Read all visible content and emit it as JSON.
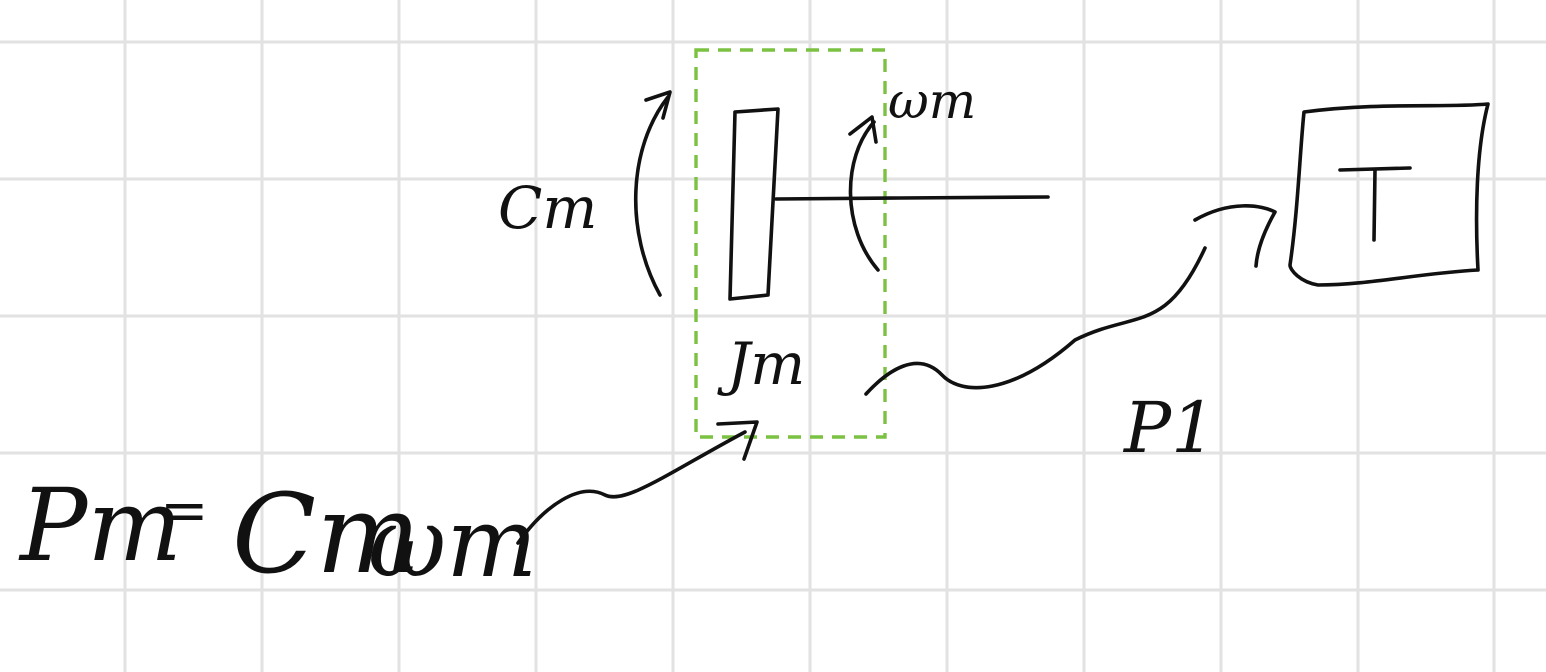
{
  "colors": {
    "background": "#ffffff",
    "grid": "#e2e2e2",
    "ink": "#111111",
    "boundary_dash": "#7cc242"
  },
  "labels": {
    "motor_torque": "Cm",
    "motor_speed": "ωm",
    "motor_inertia": "Jm",
    "load_power": "P1",
    "load": "T"
  },
  "equation": {
    "lhs": "Pm",
    "equals": "=",
    "rhs_torque": "Cm",
    "rhs_speed": "ωm"
  }
}
